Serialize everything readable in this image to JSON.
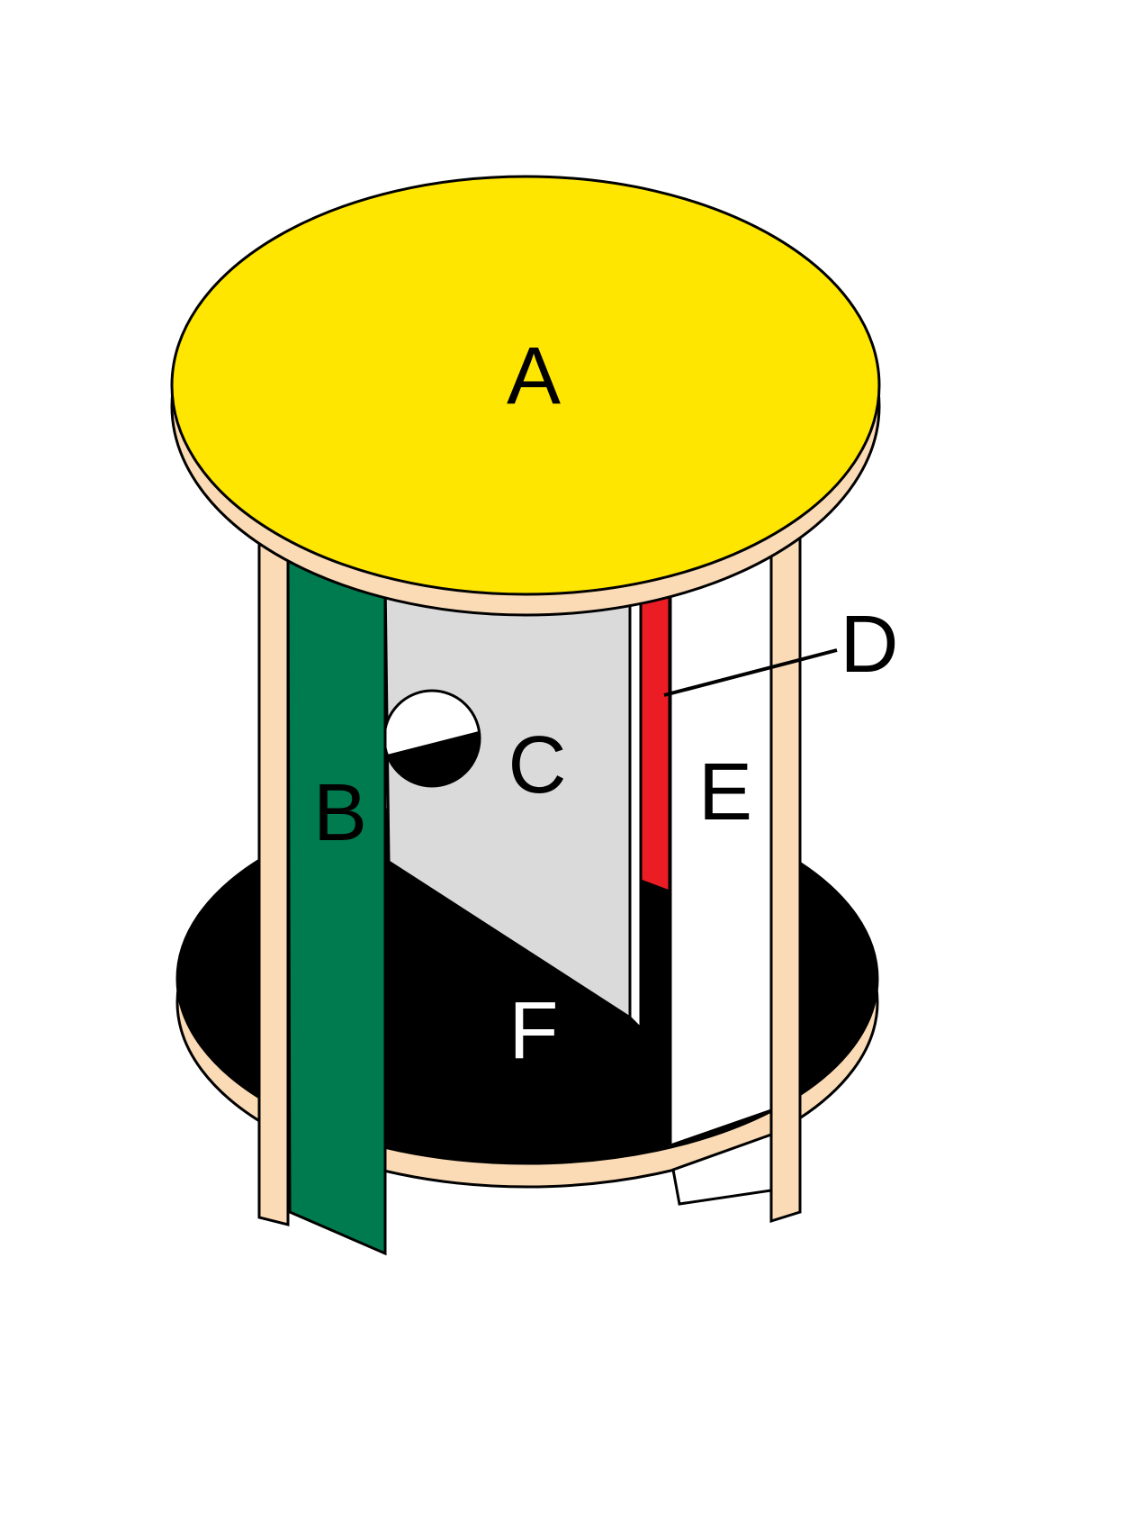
{
  "figure": {
    "labels": {
      "a": "A",
      "b": "B",
      "c": "C",
      "d": "D",
      "e": "E",
      "f": "F"
    },
    "colors": {
      "background": "#FFFFFF",
      "top": "#FFE600",
      "edge": "#FBDBB6",
      "panel_b": "#007B4F",
      "panel_c": "#DADADA",
      "panel_c_edge": "#FFFFFF",
      "panel_d": "#EB1C24",
      "panel_e": "#FFFFFF",
      "shelf": "#000000",
      "hole": "#FFFFFF",
      "hole_shadow": "#000000",
      "outline": "#000000",
      "label_text": "#000000",
      "label_text_on_shelf": "#FFFFFF"
    }
  }
}
